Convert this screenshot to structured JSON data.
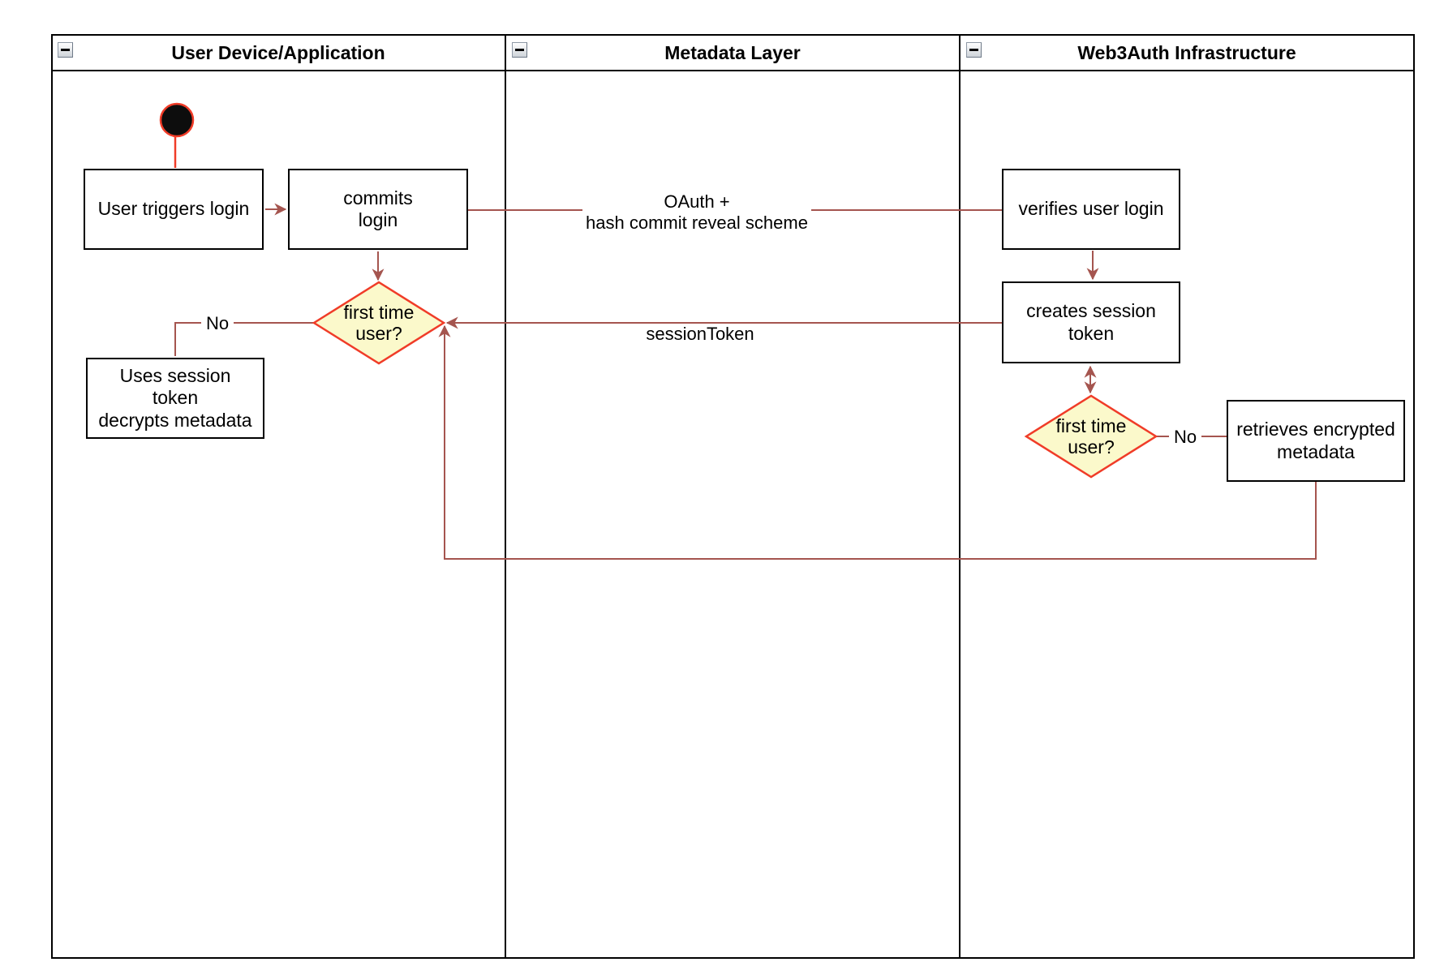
{
  "lanes": [
    {
      "title": "User Device/Application"
    },
    {
      "title": "Metadata Layer"
    },
    {
      "title": "Web3Auth Infrastructure"
    }
  ],
  "icons": {
    "collapse": "minus-in-square"
  },
  "nodes": {
    "user_triggers": {
      "lines": [
        "User triggers login"
      ]
    },
    "commits": {
      "lines": [
        "commits",
        "login"
      ]
    },
    "verifies": {
      "lines": [
        "verifies user login"
      ]
    },
    "creates": {
      "lines": [
        "creates session",
        "token"
      ]
    },
    "uses_session": {
      "lines": [
        "Uses session",
        "token",
        "decrypts metadata"
      ]
    },
    "retrieves": {
      "lines": [
        "retrieves encrypted",
        "metadata"
      ]
    },
    "decision_user_lane": {
      "lines": [
        "first time",
        "user?"
      ]
    },
    "decision_web3_lane": {
      "lines": [
        "first time",
        "user?"
      ]
    }
  },
  "edge_labels": {
    "oauth_line1": "OAuth +",
    "oauth_line2": "hash commit reveal scheme",
    "session_token": "sessionToken",
    "no_left": "No",
    "no_right": "No"
  },
  "colors": {
    "edge": "#A5554F",
    "accent_red": "#F03C28",
    "decision_fill": "#FBF9CB",
    "node_border": "#000000",
    "start_fill": "#0D0D0D"
  }
}
